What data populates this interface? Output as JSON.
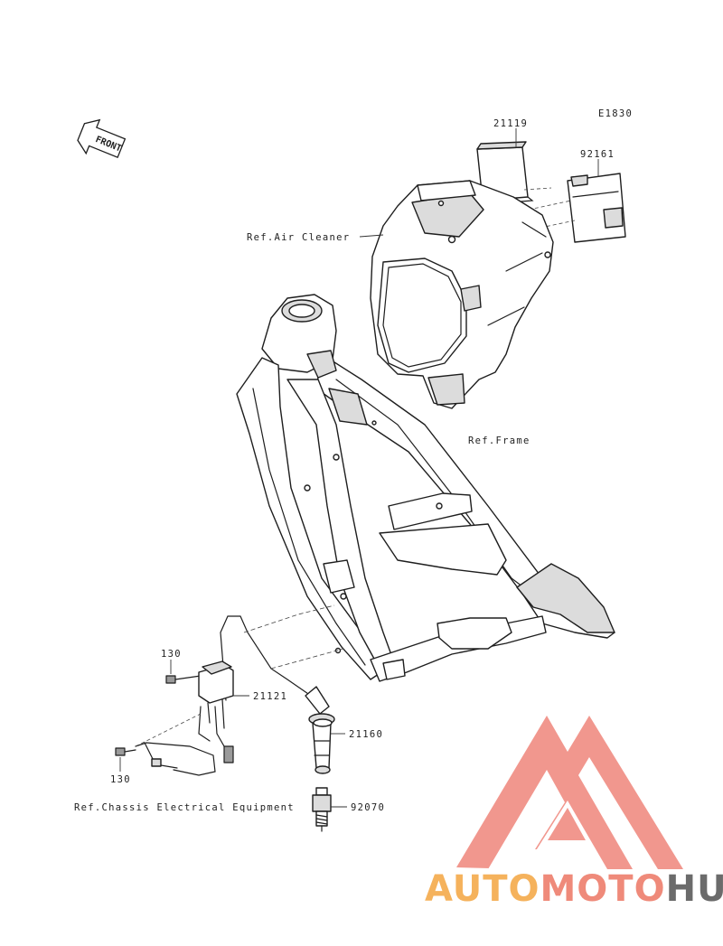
{
  "diagram": {
    "code": "E1830",
    "direction_label": "FRONT",
    "labels": {
      "air_cleaner_ref": "Ref.Air Cleaner",
      "frame_ref": "Ref.Frame",
      "chassis_ref": "Ref.Chassis Electrical Equipment"
    },
    "parts": {
      "p21119": "21119",
      "p92161": "92161",
      "p130_upper": "130",
      "p130_lower": "130",
      "p21121": "21121",
      "p21160": "21160",
      "p92070": "92070"
    }
  },
  "watermark": {
    "brand_part1": "AUTO",
    "brand_part2": "MOTO",
    "brand_part3": "HUB",
    "colors": {
      "auto": "#f5b25c",
      "moto": "#ef8a7a",
      "hub": "#6b6b6b",
      "logo": "#f08c82"
    }
  }
}
